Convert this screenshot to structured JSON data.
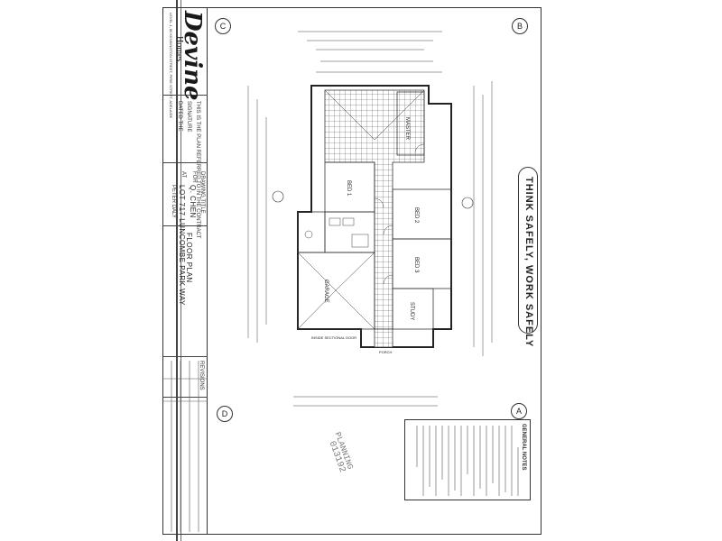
{
  "company": {
    "logo": "Devine",
    "logo_sub": "Homes",
    "address": "LEVEL 1, 80 KENSINGTON STREET, PIRIE STREET, ADELAIDE"
  },
  "title_block": {
    "plan_note": "THIS IS THE PLAN REFERRED TO IN THE CONTRACT",
    "signature_label": "SIGNATURE",
    "dated_label": "DATED THE",
    "drawing_title_label": "DRAWING TITLE",
    "drawing_title": "FLOOR PLAN",
    "for_label": "FOR",
    "client": "Q. CHEN",
    "at_label": "AT",
    "address": "LOT 717 LUNCOMBE PARK WAY",
    "suburb": "PETER DALY"
  },
  "banner": {
    "text": "THINK SAFELY, WORK SAFELY"
  },
  "rooms": {
    "master": "MASTER",
    "bed1": "BED 1",
    "bed2": "BED 2",
    "bed3": "BED 3",
    "garage": "GARAGE",
    "study": "STUDY",
    "garage_door": "INSIDE SECTIONAL DOOR",
    "porch": "PORCH"
  },
  "compass": {
    "a": "A",
    "b": "B",
    "c": "C",
    "d": "D"
  },
  "notes": {
    "heading": "GENERAL NOTES"
  },
  "stamp": {
    "line1": "PLANNING",
    "line2": "013192"
  },
  "revisions": {
    "header": "REVISIONS"
  }
}
